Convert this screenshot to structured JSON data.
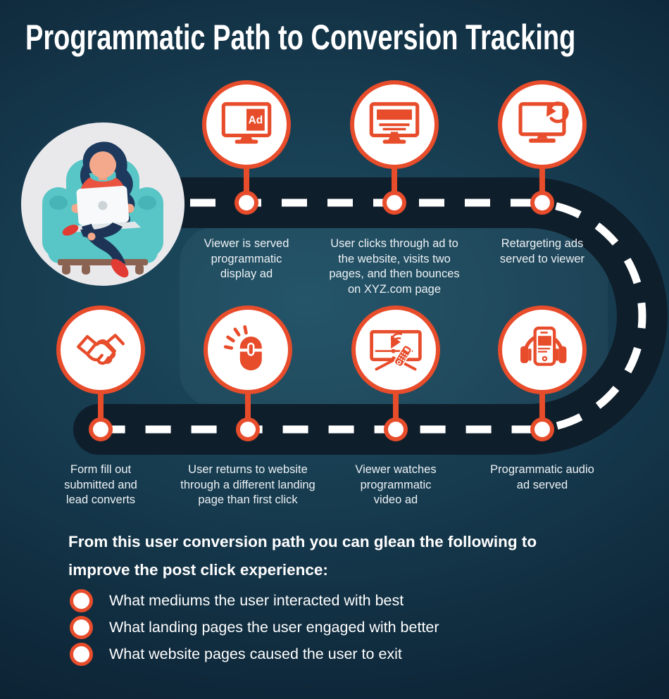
{
  "title": "Programmatic Path to Conversion Tracking",
  "colors": {
    "accent_orange": "#E74C2B",
    "road": "#0F1E2B",
    "dash_white": "#FFFFFF",
    "background_center": "#1E4E62",
    "background_edge": "#0A1726",
    "caption_text": "#EDF2F5"
  },
  "illustration": {
    "name": "woman-on-laptop-in-armchair"
  },
  "milestones": {
    "top": [
      {
        "icon": "display-ad-monitor-icon",
        "badge": "Ad",
        "caption": "Viewer is served programmatic display ad",
        "lines": [
          "Viewer is served",
          "programmatic",
          "display ad"
        ]
      },
      {
        "icon": "webpage-monitor-icon",
        "caption": "User clicks through ad to the website, visits two pages, and then bounces on XYZ.com page",
        "lines": [
          "User clicks through ad to",
          "the website, visits two",
          "pages, and then bounces",
          "on XYZ.com page"
        ]
      },
      {
        "icon": "retargeting-monitor-icon",
        "caption": "Retargeting ads served to viewer",
        "lines": [
          "Retargeting ads",
          "served to viewer"
        ]
      }
    ],
    "bottom": [
      {
        "icon": "handshake-icon",
        "caption": "Form fill out submitted and lead converts",
        "lines": [
          "Form fill out",
          "submitted and",
          "lead converts"
        ]
      },
      {
        "icon": "mouse-click-icon",
        "caption": "User returns to website through a different landing page than first click",
        "lines": [
          "User returns to website",
          "through a different landing",
          "page than first click"
        ]
      },
      {
        "icon": "video-ad-tv-icon",
        "caption": "Viewer watches programmatic video ad",
        "lines": [
          "Viewer watches",
          "programmatic",
          "video ad"
        ]
      },
      {
        "icon": "audio-ad-headphones-icon",
        "caption": "Programmatic audio ad served",
        "lines": [
          "Programmatic audio",
          "ad served"
        ]
      }
    ]
  },
  "insights": {
    "heading": "From this user conversion path you can glean the following to improve the post click experience:",
    "heading_lines": [
      "From this user conversion path you can glean the following to",
      "improve the post click experience:"
    ],
    "items": [
      "What mediums the user interacted with best",
      "What landing pages the user engaged with better",
      "What website pages caused the user to exit"
    ]
  }
}
